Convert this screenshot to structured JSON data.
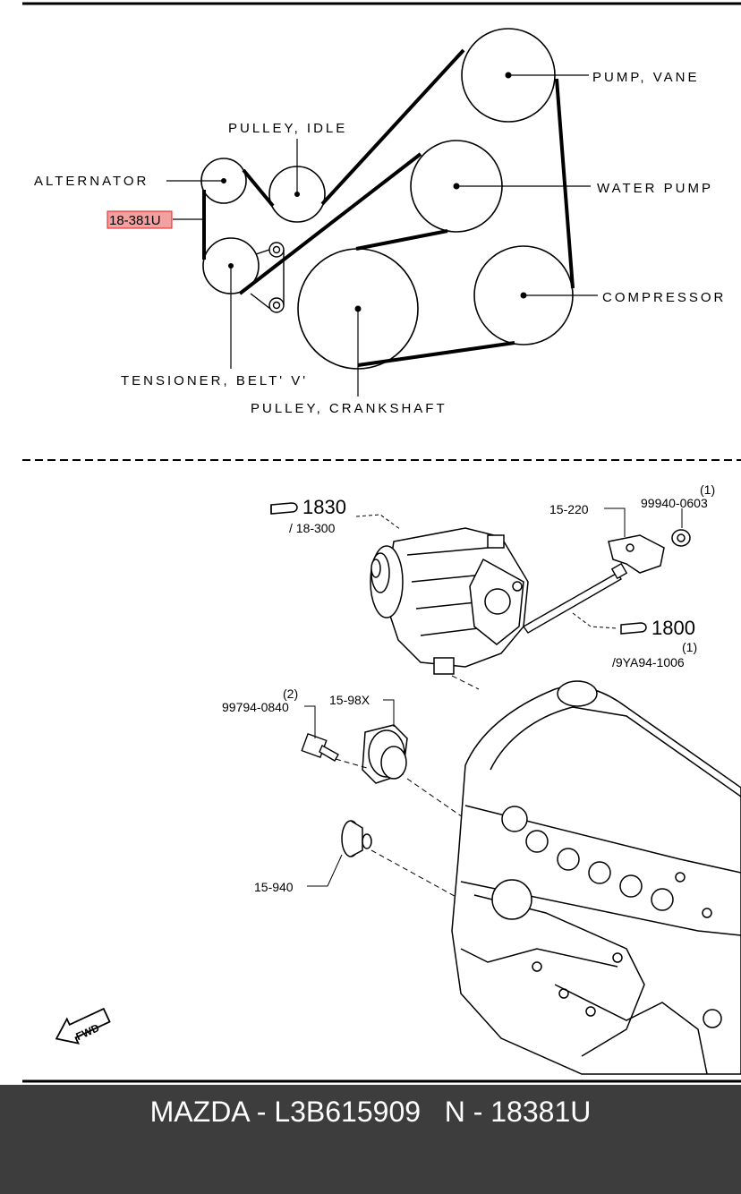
{
  "belt_layout": {
    "labels": {
      "pump_vane": "PUMP, VANE",
      "pulley_idle": "PULLEY, IDLE",
      "alternator": "ALTERNATOR",
      "highlighted_part": "18-381U",
      "water_pump": "WATER  PUMP",
      "compressor": "COMPRESSOR",
      "tensioner": "TENSIONER, BELT' V'",
      "crankshaft": "PULLEY, CRANKSHAFT"
    },
    "highlight_color": "#f3a0a0",
    "highlight_border": "#e02020"
  },
  "exploded_view": {
    "ref_1830": "1830",
    "ref_18_300": "/ 18-300",
    "ref_15_220": "15-220",
    "ref_99940_qty": "(1)",
    "ref_99940": "99940-0603",
    "ref_1800": "1800",
    "ref_9ya94_qty": "(1)",
    "ref_9ya94": "/9YA94-1006",
    "ref_99794_qty": "(2)",
    "ref_99794": "99794-0840",
    "ref_15_98x": "15-98X",
    "ref_15_940": "15-940",
    "fwd": "FWD"
  },
  "footer": {
    "text": "MAZDA - L3B615909   N - 18381U",
    "background": "#3d3d3d"
  }
}
